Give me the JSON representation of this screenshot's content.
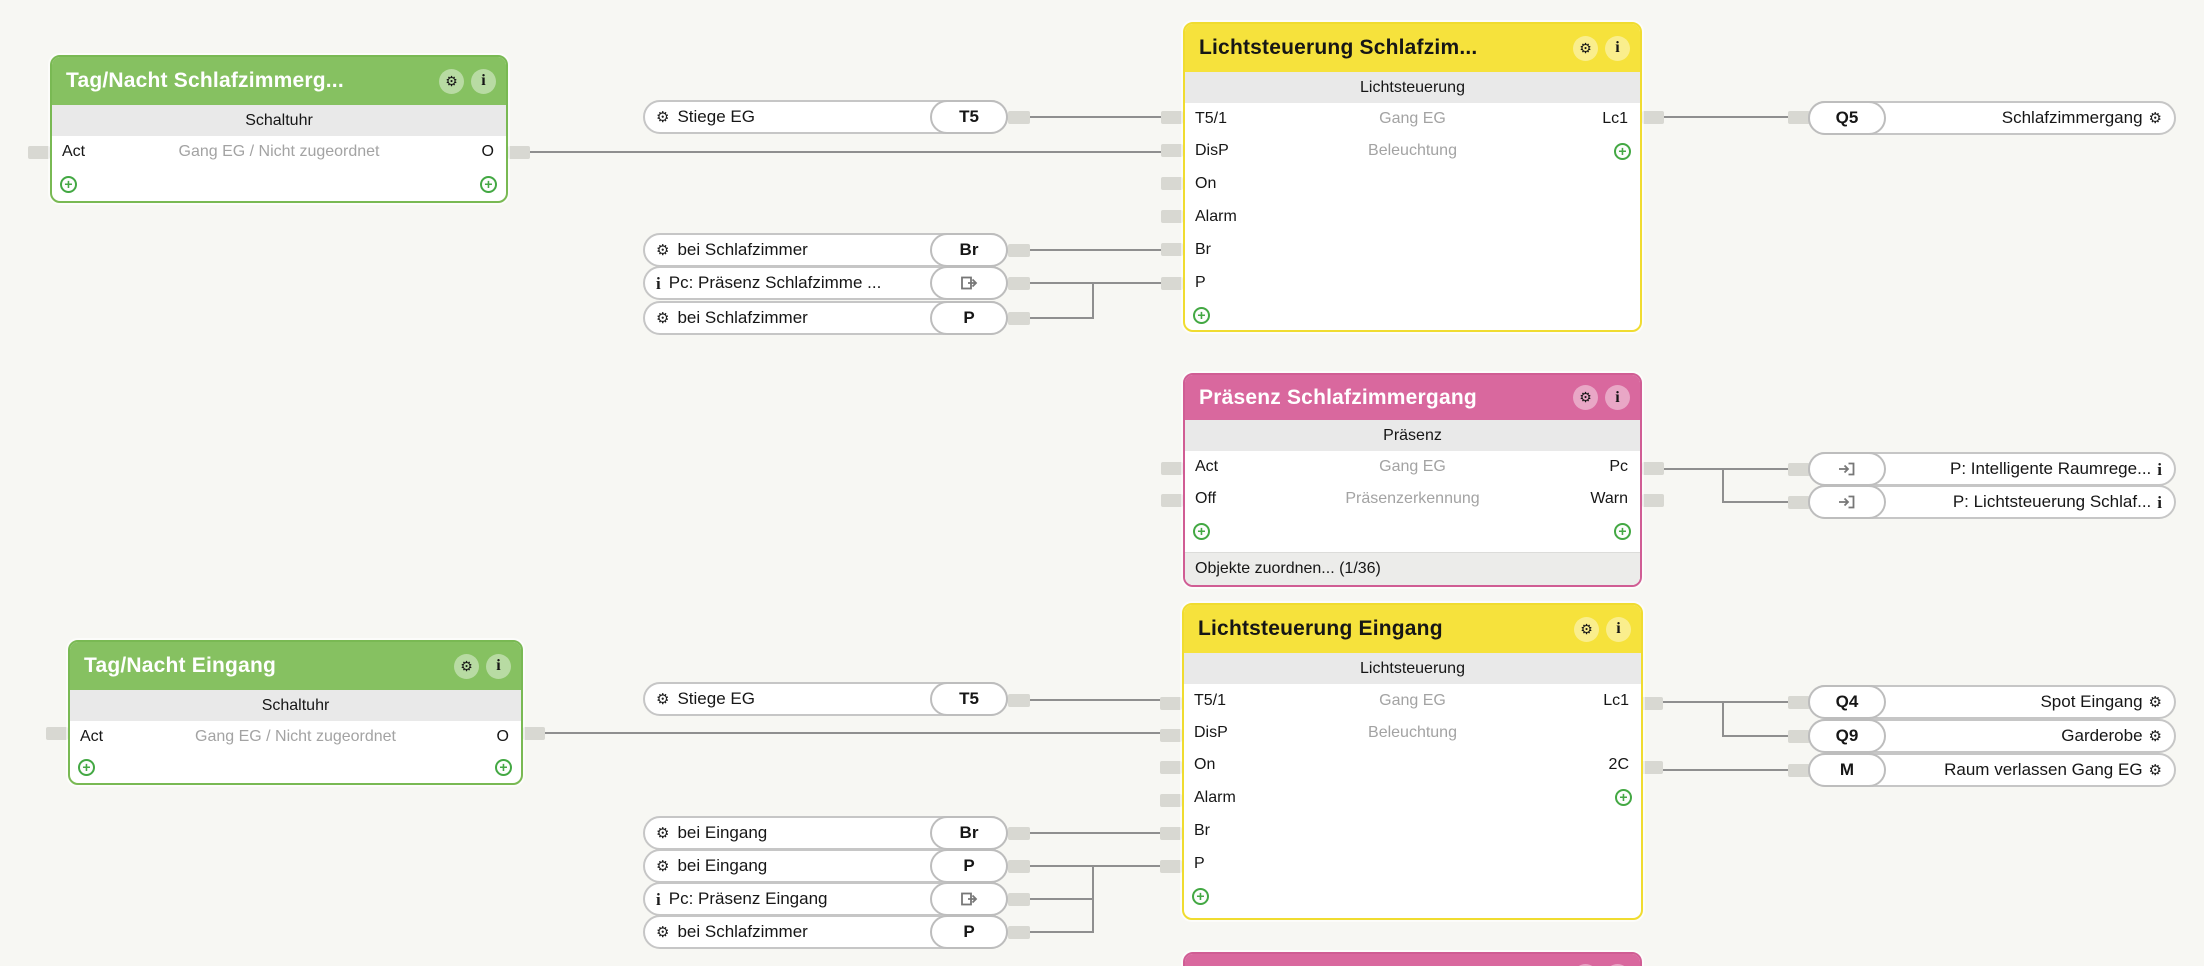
{
  "icons": {
    "gear": "⚙",
    "info": "i",
    "plus": "+"
  },
  "colors": {
    "canvas_bg": "#f7f7f3",
    "block_green": "#86c161",
    "block_yellow": "#f6e23c",
    "block_pink": "#d9689e",
    "wire": "#8f8f8f"
  },
  "blocks": {
    "tag_nacht_schlafzimmergang": {
      "title": "Tag/Nacht  Schlafzimmerg...",
      "type_label": "Schaltuhr",
      "assignment": "Gang EG / Nicht zugeordnet",
      "inputs": [
        "Act"
      ],
      "outputs": [
        "O"
      ]
    },
    "lichtsteuerung_schlafzimmer": {
      "title": "Lichtsteuerung Schlafzim...",
      "type_label": "Lichtsteuerung",
      "room": "Gang EG",
      "category": "Beleuchtung",
      "inputs": [
        "T5/1",
        "DisP",
        "On",
        "Alarm",
        "Br",
        "P"
      ],
      "outputs": [
        "Lc1"
      ]
    },
    "praesenz_schlafzimmergang": {
      "title": "Präsenz Schlafzimmergang",
      "type_label": "Präsenz",
      "room": "Gang EG",
      "category": "Präsenzerkennung",
      "inputs": [
        "Act",
        "Off"
      ],
      "outputs": [
        "Pc",
        "Warn"
      ],
      "footer": "Objekte zuordnen... (1/36)"
    },
    "tag_nacht_eingang": {
      "title": "Tag/Nacht Eingang",
      "type_label": "Schaltuhr",
      "assignment": "Gang EG / Nicht zugeordnet",
      "inputs": [
        "Act"
      ],
      "outputs": [
        "O"
      ]
    },
    "lichtsteuerung_eingang": {
      "title": "Lichtsteuerung Eingang",
      "type_label": "Lichtsteuerung",
      "room": "Gang EG",
      "category": "Beleuchtung",
      "inputs": [
        "T5/1",
        "DisP",
        "On",
        "Alarm",
        "Br",
        "P"
      ],
      "outputs": [
        "Lc1",
        "2C"
      ]
    }
  },
  "connectors": {
    "input_refs": [
      {
        "label": "Stiege EG",
        "badge": "T5"
      },
      {
        "label": "bei Schlafzimmer",
        "badge": "Br"
      },
      {
        "label": "Pc:  Präsenz  Schlafzimme ..."
      },
      {
        "label": "bei Schlafzimmer",
        "badge": "P"
      },
      {
        "label": "Stiege EG",
        "badge": "T5"
      },
      {
        "label": "bei Eingang",
        "badge": "Br"
      },
      {
        "label": "bei Eingang",
        "badge": "P"
      },
      {
        "label": "Pc: Präsenz Eingang"
      },
      {
        "label": "bei Schlafzimmer",
        "badge": "P"
      }
    ],
    "output_refs": [
      {
        "badge": "Q5",
        "label": "Schlafzimmergang"
      },
      {
        "label": "P: Intelligente Raumrege..."
      },
      {
        "label": "P: Lichtsteuerung Schlaf..."
      },
      {
        "badge": "Q4",
        "label": "Spot Eingang"
      },
      {
        "badge": "Q9",
        "label": "Garderobe"
      },
      {
        "badge": "M",
        "label": "Raum verlassen Gang EG"
      }
    ]
  }
}
